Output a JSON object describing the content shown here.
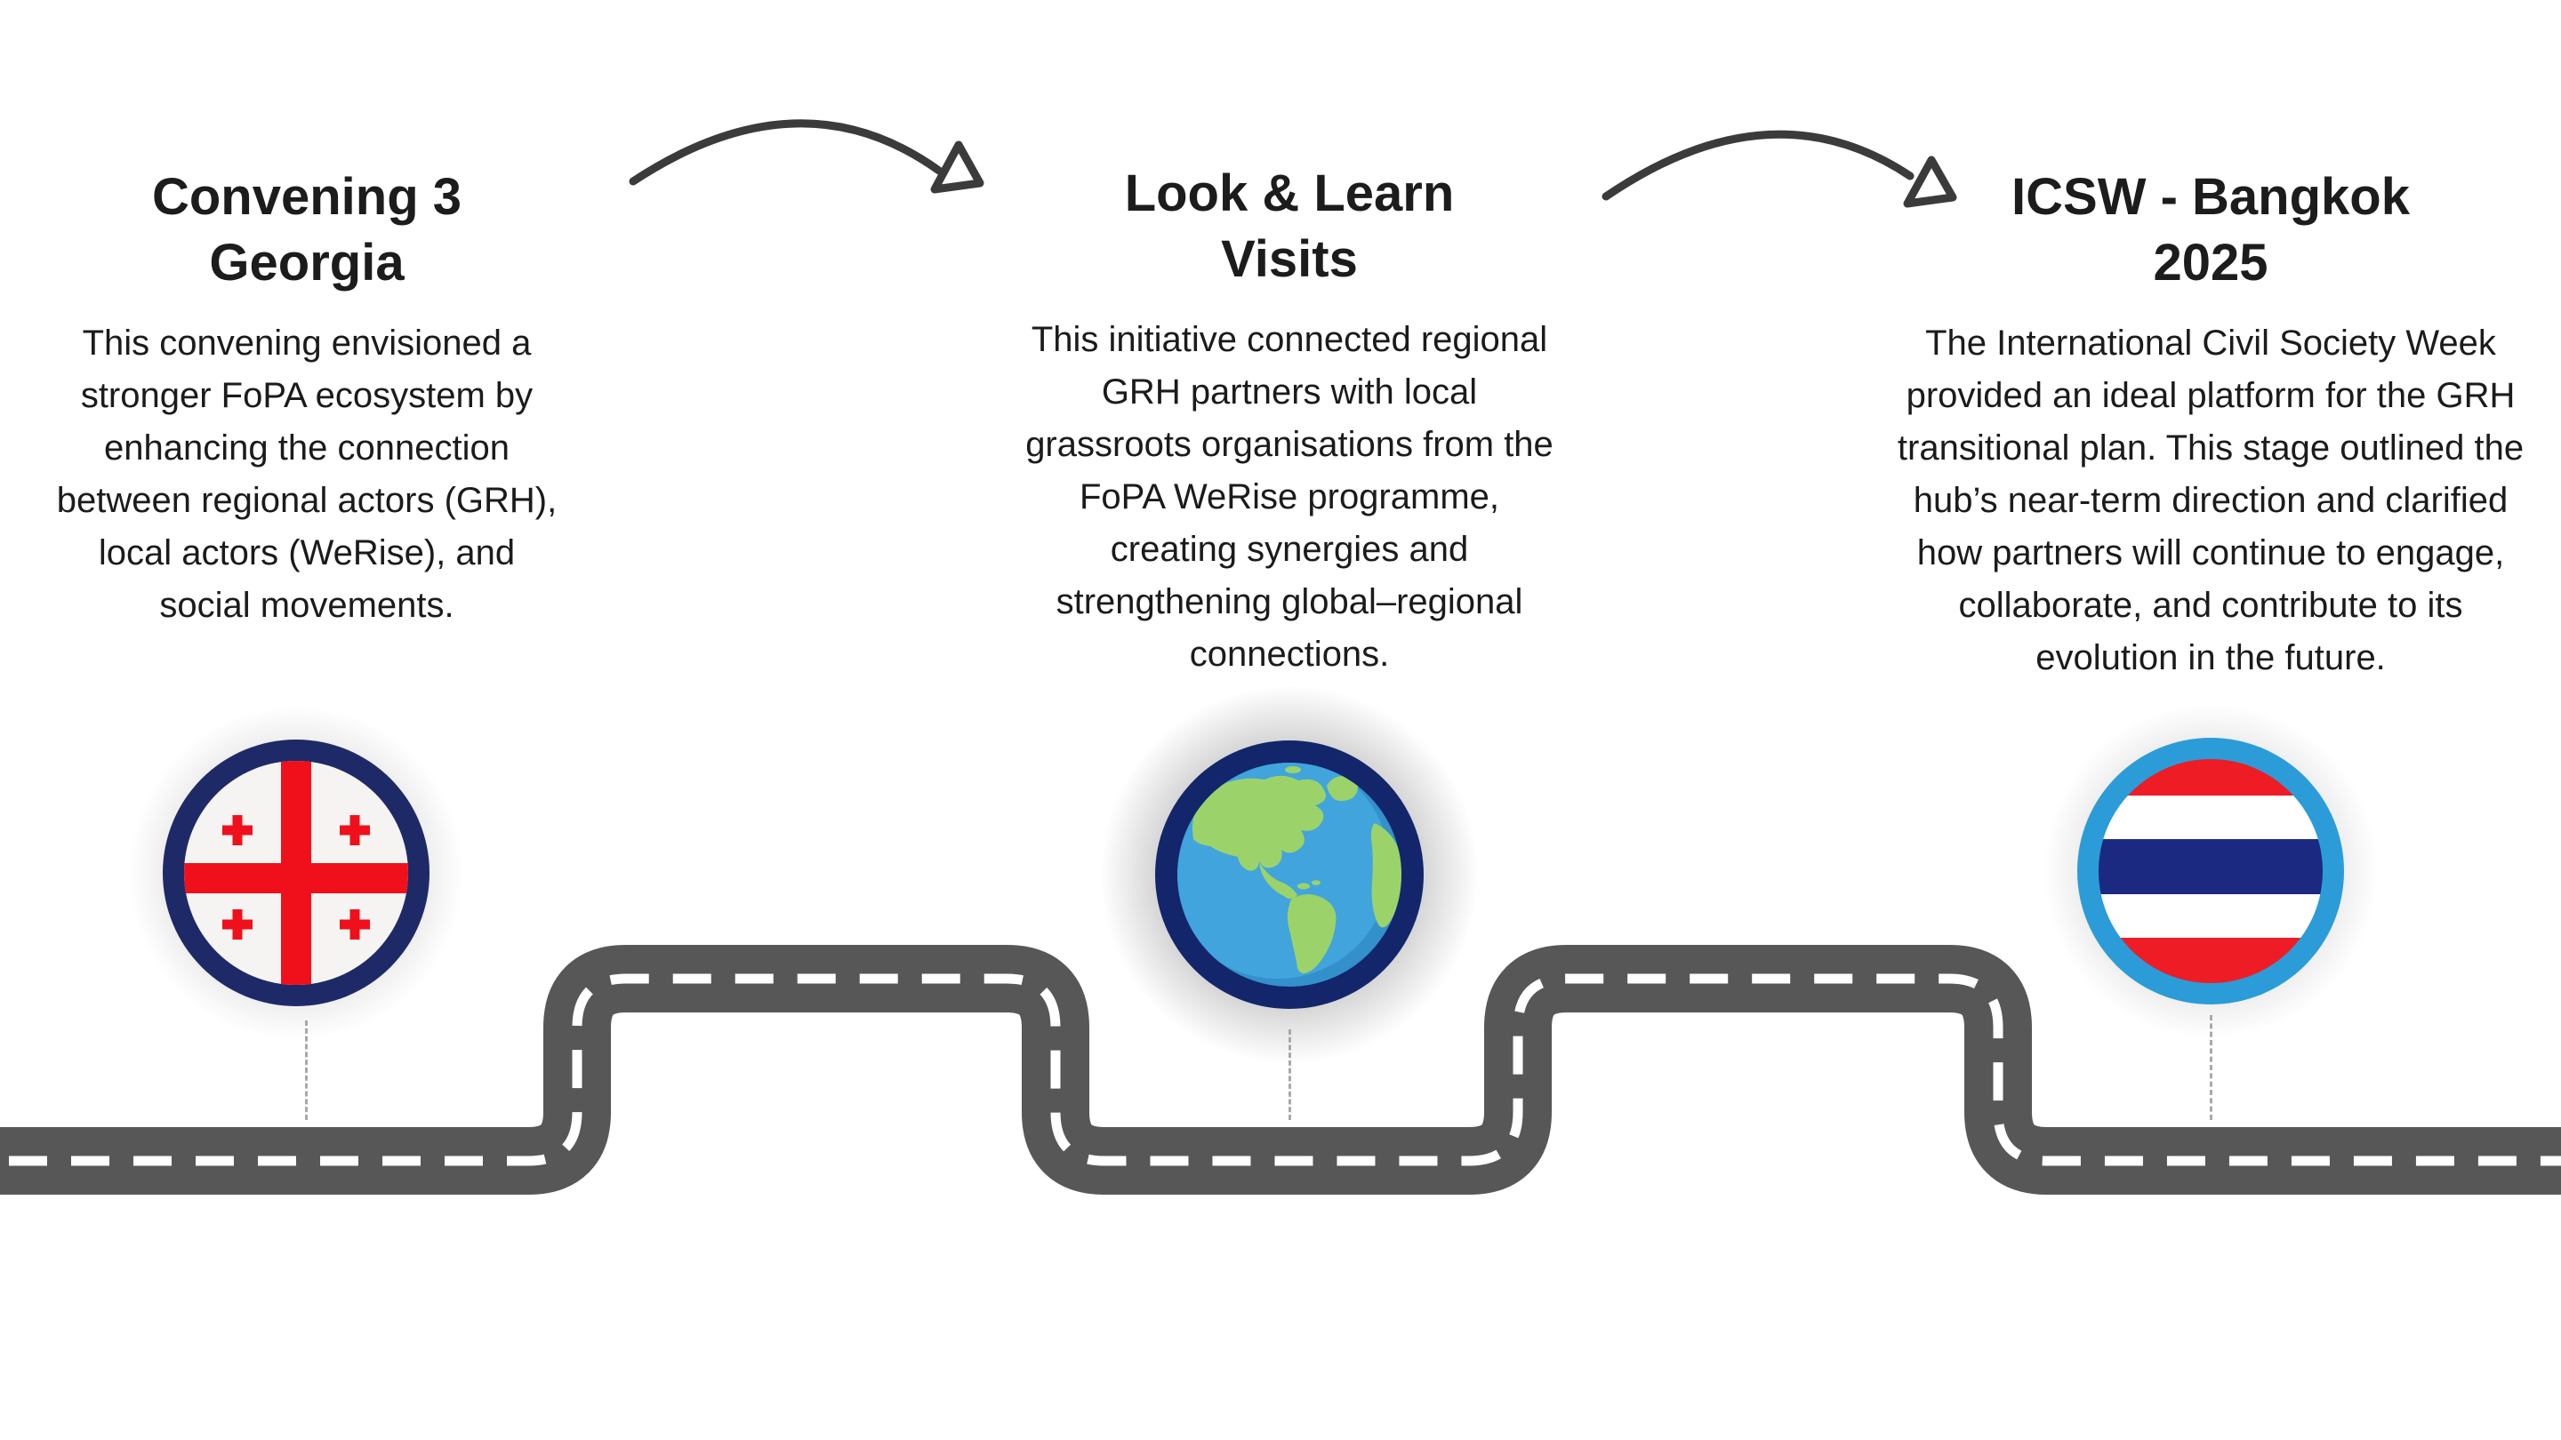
{
  "colors": {
    "background": "#ffffff",
    "text": "#1b1b1b",
    "road": "#575757",
    "road_dash": "#ffffff",
    "arrow": "#3b3b3b",
    "connector": "#a9a9a9",
    "georgia_ring": "#1e2a68",
    "georgia_bg": "#f5f4f2",
    "georgia_red": "#f0101c",
    "globe_ring": "#13266b",
    "globe_ocean": "#41a4dc",
    "globe_ocean_shade": "#3390cb",
    "globe_land": "#9bd36a",
    "thailand_ring": "#2b9cd8",
    "thailand_red": "#ee1c25",
    "thailand_white": "#ffffff",
    "thailand_navy": "#1b2a80"
  },
  "milestones": [
    {
      "title_line1": "Convening 3",
      "title_line2": "Georgia",
      "description": "This convening envisioned a stronger FoPA ecosystem by enhancing the connection between regional actors (GRH), local actors (WeRise), and social movements.",
      "description_lines": [
        "This convening envisioned a",
        "stronger FoPA ecosystem by",
        "enhancing the connection",
        "between regional actors (GRH),",
        "local actors (WeRise), and",
        "social movements."
      ],
      "icon": "georgia-flag-icon"
    },
    {
      "title_line1": "Look & Learn",
      "title_line2": "Visits",
      "description": "This initiative connected regional GRH partners with local grassroots organisations from the FoPA WeRise programme, creating synergies and strengthening global–regional connections.",
      "description_lines": [
        "This initiative connected regional",
        "GRH partners with local",
        "grassroots organisations from the",
        "FoPA WeRise programme,",
        "creating synergies and",
        "strengthening global–regional",
        "connections."
      ],
      "icon": "globe-icon"
    },
    {
      "title_line1": "ICSW - Bangkok",
      "title_line2": "2025",
      "description": "The International Civil Society Week provided an ideal platform for the GRH transitional plan. This stage outlined the hub’s near-term direction and clarified how partners will continue to engage, collaborate, and contribute to its evolution in the future.",
      "description_lines": [
        "The International Civil Society Week",
        "provided an ideal platform for the GRH",
        "transitional plan. This stage outlined the",
        "hub’s near-term direction and clarified",
        "how partners will continue to engage,",
        "collaborate, and contribute to its",
        "evolution in the future."
      ],
      "icon": "thailand-flag-icon"
    }
  ]
}
